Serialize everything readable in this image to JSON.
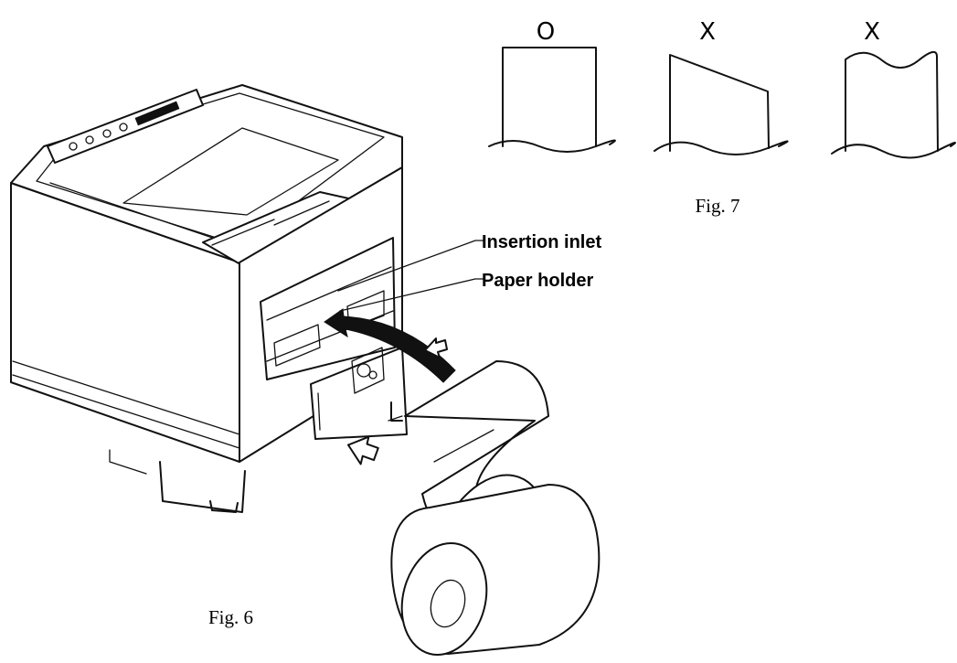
{
  "fig6": {
    "caption": "Fig. 6",
    "labels": {
      "insertion_inlet": "Insertion inlet",
      "paper_holder": "Paper holder"
    }
  },
  "fig7": {
    "caption": "Fig. 7",
    "marks": [
      "O",
      "X",
      "X"
    ]
  }
}
